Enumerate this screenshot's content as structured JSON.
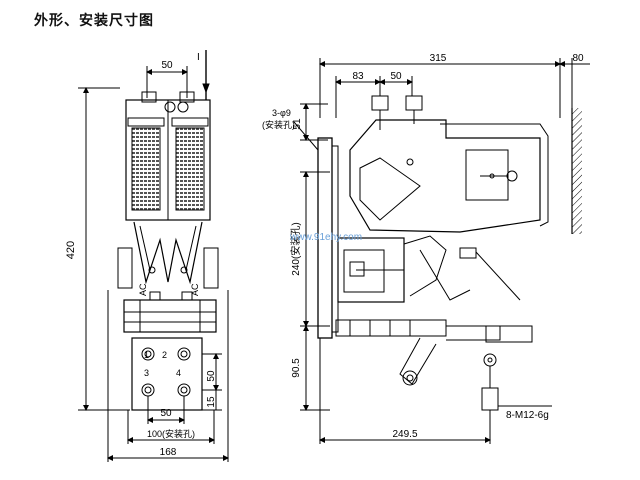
{
  "title": "外形、安装尺寸图",
  "watermark": "www.91ehy.com",
  "front_view": {
    "dim_top_50": "50",
    "dim_height_420": "420",
    "section_mark": "I",
    "label_1": "1",
    "label_2": "2",
    "label_3": "3",
    "label_4": "4",
    "ac_left": "AC",
    "ac_right": "AC",
    "dim_right_50": "50",
    "dim_right_15": "15",
    "dim_bottom_50": "50",
    "dim_mount_100": "100(安装孔)",
    "dim_width_168": "168"
  },
  "side_view": {
    "dim_315": "315",
    "dim_80": "80",
    "dim_83": "83",
    "dim_50": "50",
    "dim_51": "51",
    "hole_note_1": "3-φ9",
    "hole_note_2": "(安装孔)",
    "dim_240": "240(安装孔)",
    "dim_90_5": "90.5",
    "bolt_note": "8-M12-6g",
    "dim_249_5": "249.5"
  }
}
